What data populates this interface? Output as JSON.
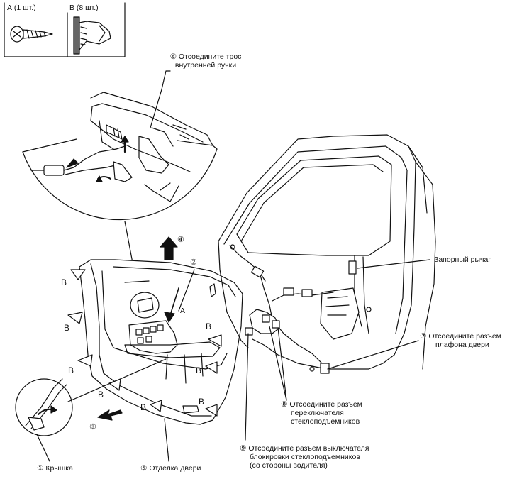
{
  "legend": {
    "a": "А (1 шт.)",
    "b": "В (8 шт.)"
  },
  "callouts": {
    "c1": "① Крышка",
    "c2": "②",
    "c3": "③",
    "c4": "④",
    "c5": "⑤ Отделка двери",
    "c6_line1": "⑥ Отсоедините трос",
    "c6_line2": "внутренней ручки",
    "c7_line1": "⑦ Отсоедините разъем",
    "c7_line2": "плафона двери",
    "c8_line1": "⑧ Отсоедините разъем",
    "c8_line2": "переключателя",
    "c8_line3": "стеклоподъемников",
    "c9_line1": "⑨ Отсоедините разъем выключателя",
    "c9_line2": "блокировки стеклоподъемников",
    "c9_line3": "(со стороны водителя)",
    "lock_lever": "Запорный рычаг"
  },
  "markers": {
    "a": "A",
    "b": "B"
  }
}
